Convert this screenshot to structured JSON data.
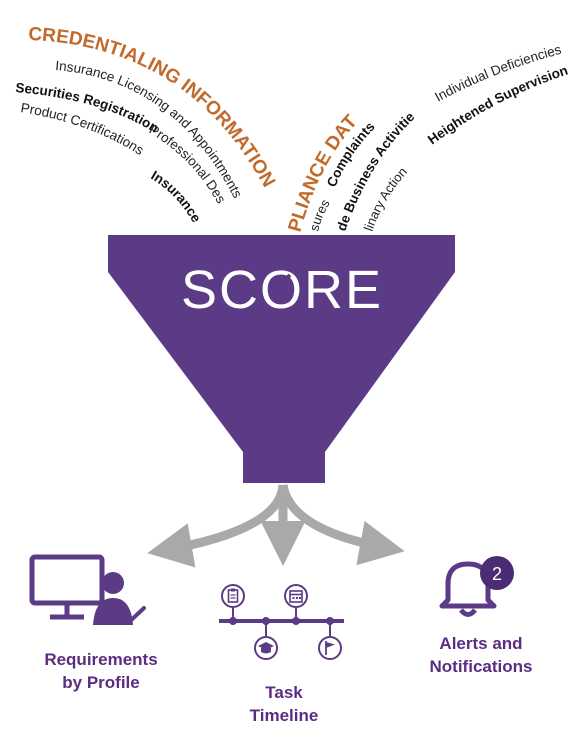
{
  "colors": {
    "purple": "#5b3a86",
    "orange": "#c06a2b",
    "gray": "#a9a9a9",
    "text": "#222222",
    "white": "#ffffff"
  },
  "funnel": {
    "logo": "SCORE"
  },
  "credentialing": {
    "heading": "CREDENTIALING INFORMATION",
    "items": [
      "Insurance Licensing and Appointments",
      "Securities Registration",
      "Product Certifications",
      "Professional Des",
      "Insurance"
    ]
  },
  "compliance": {
    "heading": "PLIANCE DATA",
    "items": [
      "Individual Deficiencies",
      "Heightened Supervision",
      "de Business Activities",
      "linary Actions",
      "Complaints",
      "sures"
    ]
  },
  "outputs": {
    "requirements": {
      "line1": "Requirements",
      "line2": "by Profile"
    },
    "timeline": {
      "line1": "Task",
      "line2": "Timeline"
    },
    "alerts": {
      "line1": "Alerts and",
      "line2": "Notifications",
      "badge": "2"
    }
  },
  "icons": {
    "requirements": "computer-user-check-icon",
    "timeline": "timeline-icon",
    "alerts": "bell-icon",
    "timeline_markers": [
      "clipboard-icon",
      "graduation-cap-icon",
      "calendar-icon",
      "flag-icon"
    ]
  }
}
